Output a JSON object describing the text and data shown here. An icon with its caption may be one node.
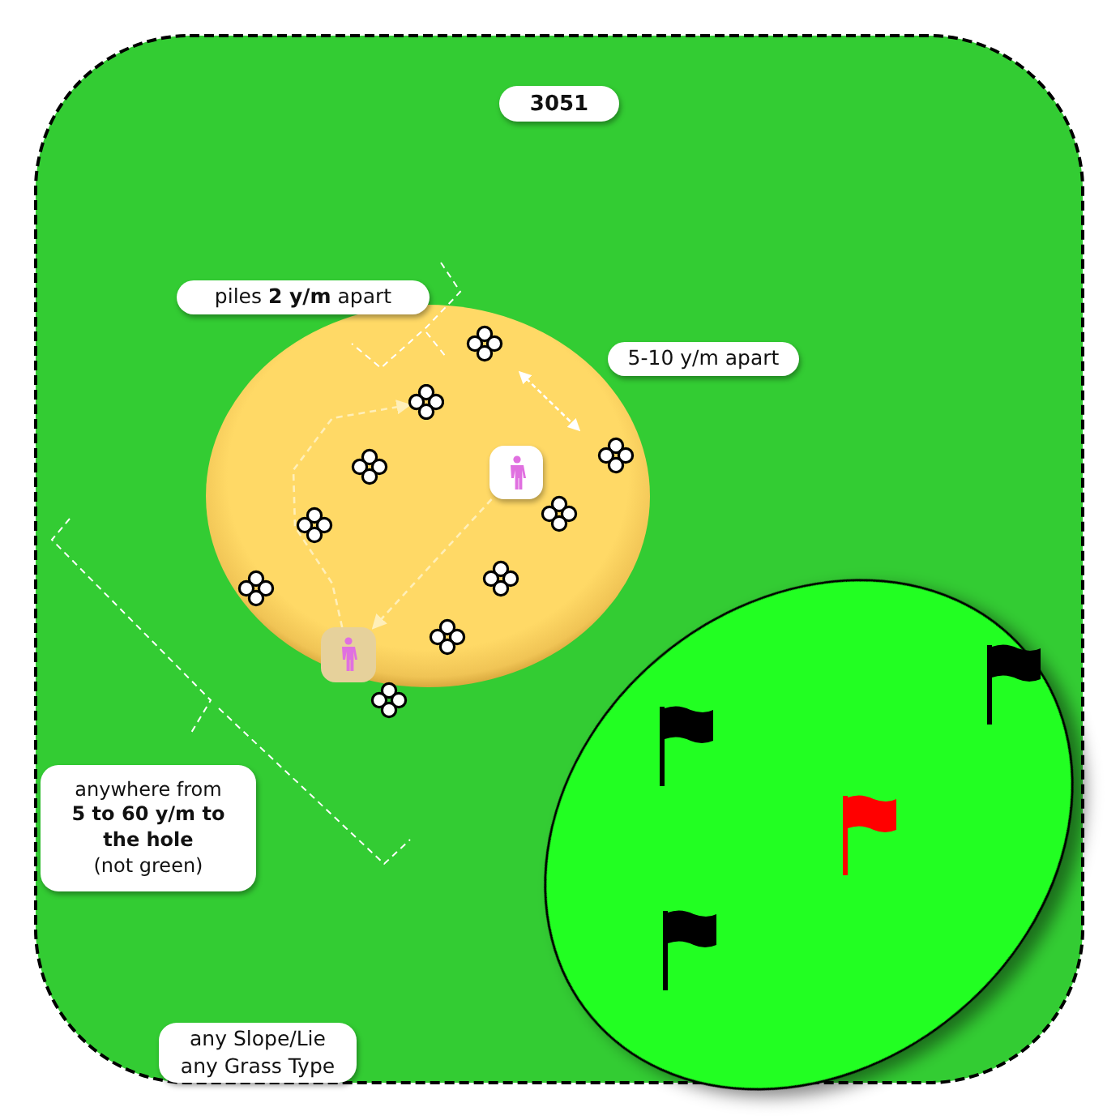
{
  "diagram": {
    "title": "3051",
    "nodes": [
      {
        "text": [
          "piles **2 y/m** apart"
        ]
      },
      {
        "text": [
          "5-10 y/m apart"
        ]
      },
      {
        "text": [],
        "shape": "person"
      },
      {
        "text": [],
        "shape": "person"
      },
      {
        "text": [
          "anywhere from **5 to 60 y/m to the hole** (not green)"
        ]
      },
      {
        "text": [
          "any Slope/Lie any Grass Type"
        ]
      },
      {
        "text": [],
        "shape": "circle"
      }
    ],
    "edges": [
      {
        "from": 2,
        "to": 3,
        "arrow": "to",
        "style": "dashed"
      },
      {
        "from": 3,
        "to": 6,
        "arrow": "to",
        "style": "dashed"
      }
    ]
  }
}
